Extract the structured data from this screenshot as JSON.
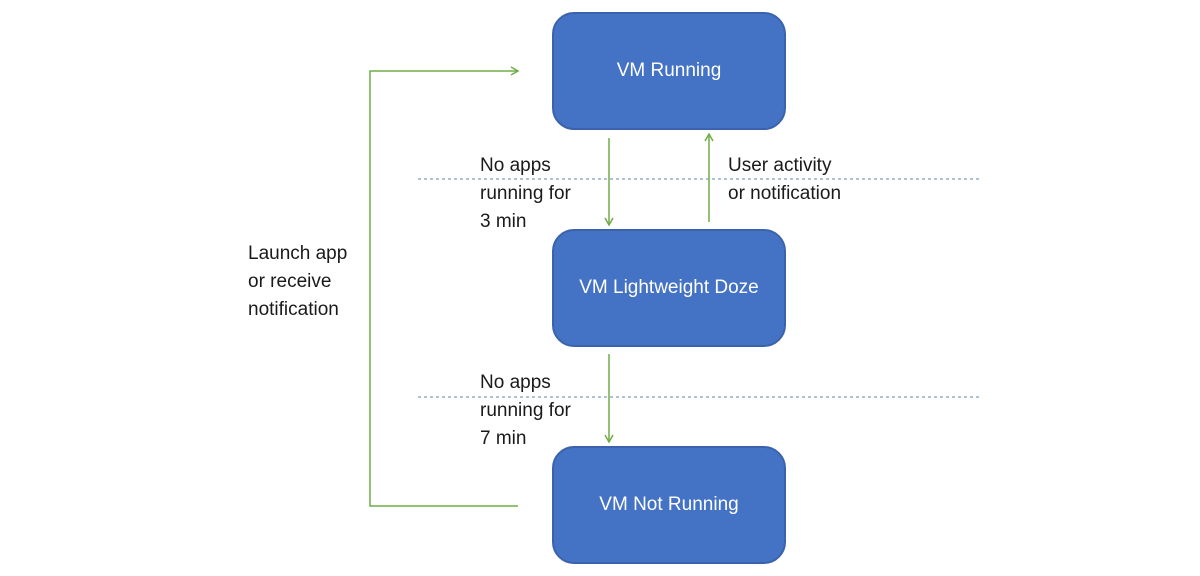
{
  "states": {
    "running": "VM Running",
    "doze": "VM Lightweight Doze",
    "not_running": "VM Not Running"
  },
  "transitions": {
    "running_to_doze": [
      "No apps",
      "running for",
      "3 min"
    ],
    "doze_to_running": [
      "User activity",
      "or notification"
    ],
    "doze_to_not_running": [
      "No apps",
      "running for",
      "7 min"
    ],
    "not_running_to_running": [
      "Launch app",
      "or receive",
      "notification"
    ]
  },
  "colors": {
    "box_fill": "#4472c4",
    "box_border": "#3a63ab",
    "arrow": "#70ad47",
    "divider": "#5b8ab0"
  }
}
